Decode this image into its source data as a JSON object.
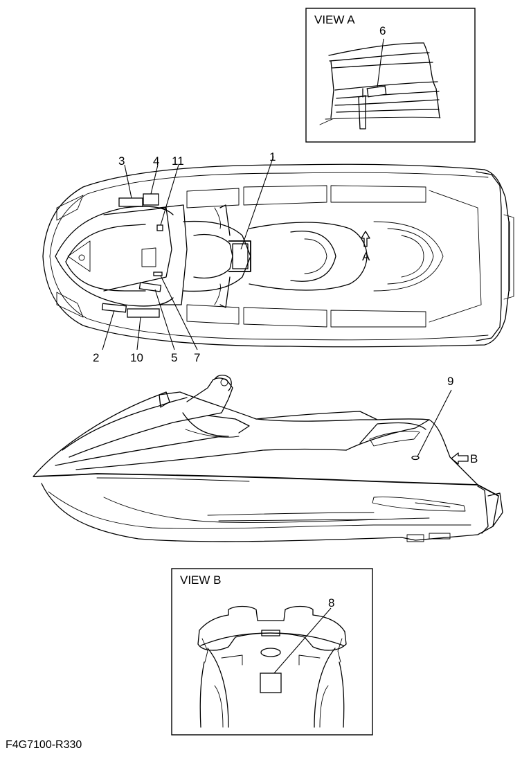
{
  "diagram": {
    "view_a": {
      "title": "VIEW A",
      "callout": "6"
    },
    "view_b": {
      "title": "VIEW B",
      "callout": "8"
    },
    "top_view": {
      "callouts": {
        "c1": "1",
        "c2": "2",
        "c3": "3",
        "c4": "4",
        "c5": "5",
        "c7": "7",
        "c10": "10",
        "c11": "11"
      },
      "direction_label": "A"
    },
    "side_view": {
      "callout": "9",
      "direction_label": "B"
    },
    "part_code": "F4G7100-R330"
  }
}
